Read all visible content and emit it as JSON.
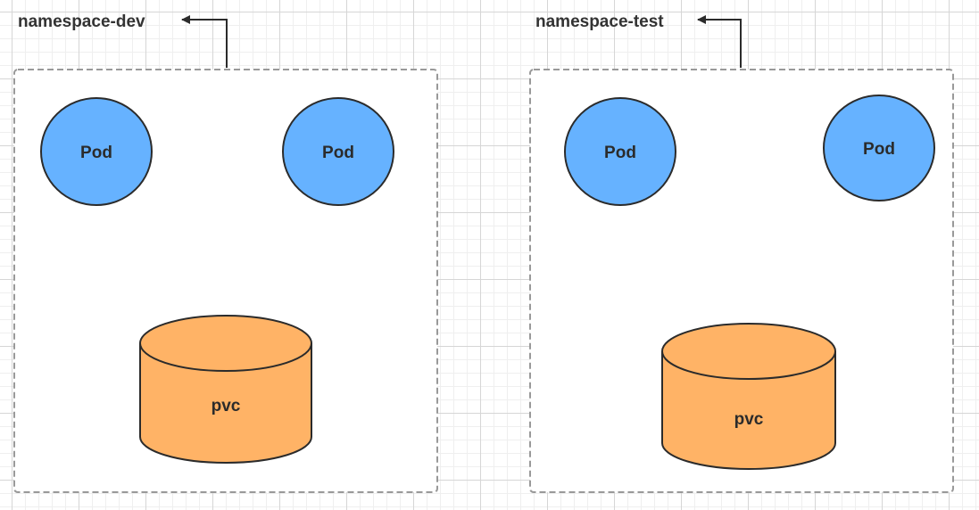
{
  "namespaces": [
    {
      "label": "namespace-dev",
      "pods": [
        "Pod",
        "Pod"
      ],
      "volume": "pvc"
    },
    {
      "label": "namespace-test",
      "pods": [
        "Pod",
        "Pod"
      ],
      "volume": "pvc"
    }
  ],
  "colors": {
    "pod_fill": "#66b2ff",
    "pvc_fill": "#ffb366",
    "outline": "#2b2b2b",
    "namespace_border": "#999999",
    "arrow": "#2b2b2b"
  }
}
